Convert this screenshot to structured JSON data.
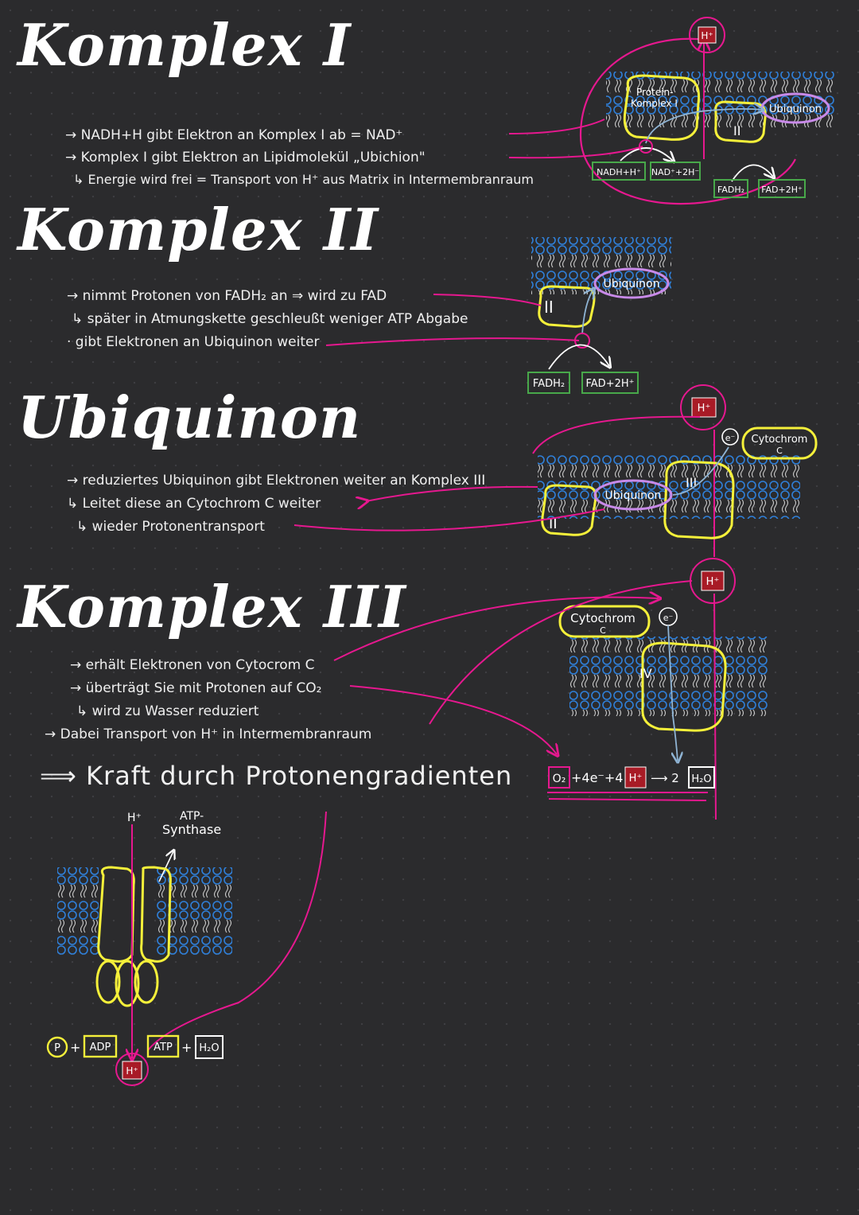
{
  "komplex1": {
    "title": "Komplex I",
    "notes": [
      "→ NADH+H gibt Elektron an Komplex I ab = NAD⁺",
      "→ Komplex I gibt Elektron an Lipidmolekül „Ubichion\"",
      "↳ Energie wird frei = Transport von H⁺ aus Matrix in Intermembranraum"
    ],
    "diagram": {
      "h_label": "H⁺",
      "protein_label_1": "Protein-",
      "protein_label_2": "Komplex I",
      "complex2_label": "II",
      "ubiquinon_label": "Ubiquinon",
      "nadh_label": "NADH+H⁺",
      "nad_label": "NAD⁺+2H⁻",
      "fadh2_label": "FADH₂",
      "fad_label": "FAD+2H⁺"
    }
  },
  "komplex2": {
    "title": "Komplex II",
    "notes": [
      "→ nimmt Protonen von FADH₂ an ⇒ wird zu FAD",
      "↳ später in Atmungskette geschleußt weniger ATP Abgabe",
      "· gibt Elektronen an Ubiquinon weiter"
    ],
    "diagram": {
      "complex_label": "II",
      "ubiquinon_label": "Ubiquinon",
      "fadh2_label": "FADH₂",
      "fad_label": "FAD+2H⁺"
    }
  },
  "ubiquinon": {
    "title": "Ubiquinon",
    "notes": [
      "→ reduziertes Ubiquinon gibt Elektronen weiter an Komplex III",
      "↳ Leitet diese an Cytochrom C weiter",
      "↳ wieder Protonentransport"
    ],
    "diagram": {
      "h_label": "H⁺",
      "e_label": "e⁻",
      "cytochrom_label_1": "Cytochrom",
      "cytochrom_label_2": "C",
      "complex3_label": "III",
      "complex2_label": "II",
      "ubiquinon_label": "Ubiquinon"
    }
  },
  "komplex3": {
    "title": "Komplex III",
    "notes": [
      "→ erhält Elektronen von Cytocrom C",
      "→ überträgt Sie mit Protonen auf CO₂",
      "↳ wird zu Wasser reduziert",
      "→ Dabei Transport von H⁺ in Intermembranraum"
    ],
    "diagram": {
      "h_label": "H⁺",
      "e_label": "e⁻",
      "cytochrom_label_1": "Cytochrom",
      "cytochrom_label_2": "C",
      "complex4_label": "IV"
    },
    "equation": {
      "o2": "O₂",
      "mid": "+4e⁻+4",
      "h": "H⁺",
      "arrow": "⟶ 2",
      "h2o": "H₂O"
    }
  },
  "conclusion": {
    "text": "⟹ Kraft durch Protonengradienten"
  },
  "atp_synthase": {
    "h_label": "H⁺",
    "label_1": "ATP-",
    "label_2": "Synthase",
    "p_label": "P",
    "plus_1": "+",
    "adp_label": "ADP",
    "atp_label": "ATP",
    "plus_2": "+",
    "h2o_label": "H₂O",
    "h_bottom_label": "H⁺"
  },
  "colors": {
    "background": "#2b2b2d",
    "magenta": "#e6188f",
    "yellow": "#f5f03a",
    "purple": "#c88ae8",
    "membrane_blue": "#2f7fd8",
    "green_box": "#48a84a",
    "red_box": "#a81b26",
    "light_blue": "#8fb4d4"
  }
}
